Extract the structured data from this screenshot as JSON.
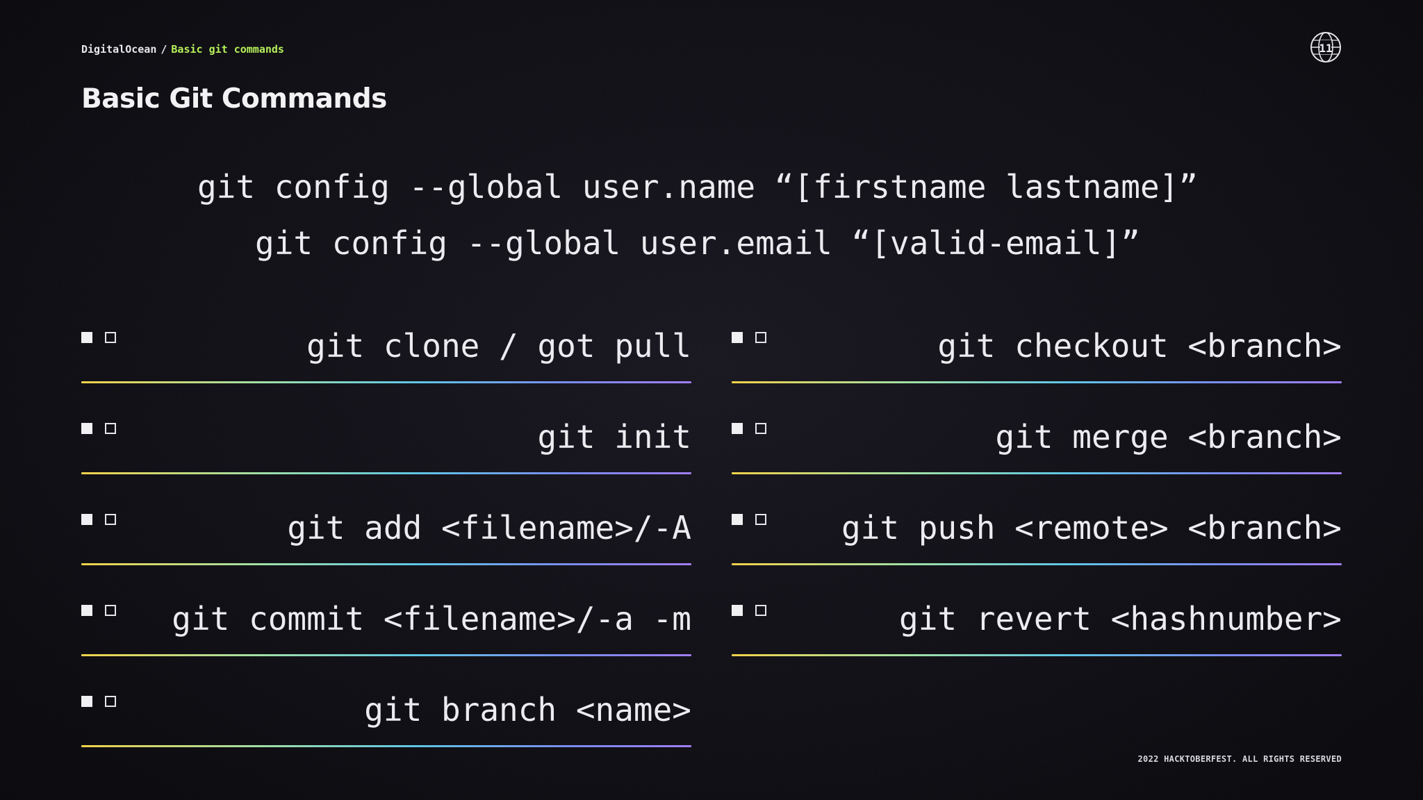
{
  "breadcrumb": {
    "root": "DigitalOcean",
    "separator": "/",
    "current": "Basic git commands"
  },
  "page_title": "Basic Git Commands",
  "logo_icon": "hacktoberfest-globe-icon",
  "config_lines": [
    "git config --global user.name “[firstname lastname]”",
    "git config --global user.email “[valid-email]”"
  ],
  "left_commands": [
    "git clone / got pull",
    "git init",
    "git add <filename>/-A",
    "git commit <filename>/-a -m",
    "git branch <name>"
  ],
  "right_commands": [
    "git checkout <branch>",
    "git merge <branch>",
    "git push <remote> <branch>",
    "git revert <hashnumber>"
  ],
  "footer": "2022 HACKTOBERFEST. ALL RIGHTS RESERVED",
  "colors": {
    "accent_green": "#b6f05a",
    "background": "#0b0a10",
    "text": "#ececf0"
  }
}
